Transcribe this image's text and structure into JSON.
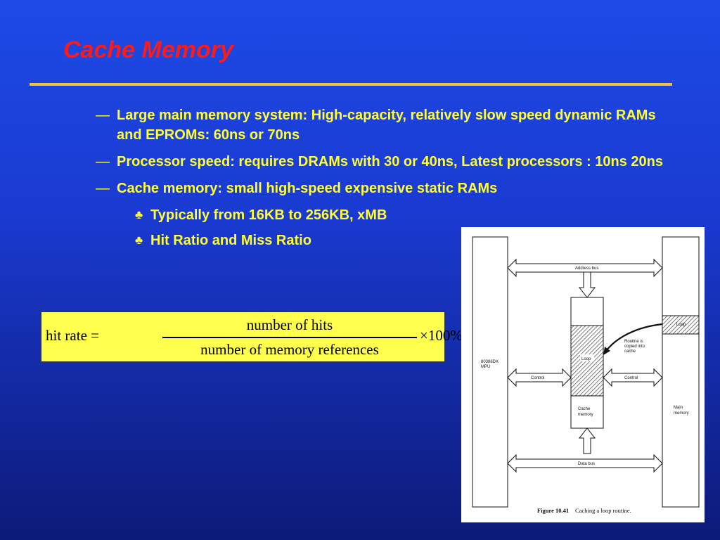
{
  "slide": {
    "title": "Cache Memory",
    "bullets": [
      {
        "marker": "—",
        "text": "Large main memory system: High-capacity, relatively slow speed dynamic RAMs and EPROMs: 60ns or 70ns"
      },
      {
        "marker": "—",
        "text": "Processor speed: requires DRAMs with 30 or 40ns, Latest processors : 10ns 20ns"
      },
      {
        "marker": "—",
        "text": "Cache memory: small high-speed expensive static RAMs"
      }
    ],
    "subbullets": [
      {
        "marker": "♣",
        "text": "Typically from 16KB to 256KB, xMB"
      },
      {
        "marker": "♣",
        "text": "Hit Ratio and Miss Ratio"
      }
    ],
    "colors": {
      "title": "#ff1a1a",
      "text": "#ffff33",
      "rule": "#f0c33c",
      "formula_bg": "#ffff4d"
    }
  },
  "formula": {
    "lhs": "hit rate =",
    "numerator": "number of hits",
    "denominator": "number of memory references",
    "rhs": "×100%"
  },
  "figure": {
    "labels": {
      "address_bus": "Address bus",
      "data_bus": "Data bus",
      "control_left": "Control",
      "control_right": "Control",
      "loop_cache": "Loop",
      "loop_main": "Loop",
      "routine_note_1": "Routine is",
      "routine_note_2": "copied into",
      "routine_note_3": "cache",
      "mpu_1": "80386DX",
      "mpu_2": "MPU",
      "cache_1": "Cache",
      "cache_2": "memory",
      "main_1": "Main",
      "main_2": "memory"
    },
    "caption_number": "Figure 10.41",
    "caption_text": "Caching a loop routine."
  }
}
